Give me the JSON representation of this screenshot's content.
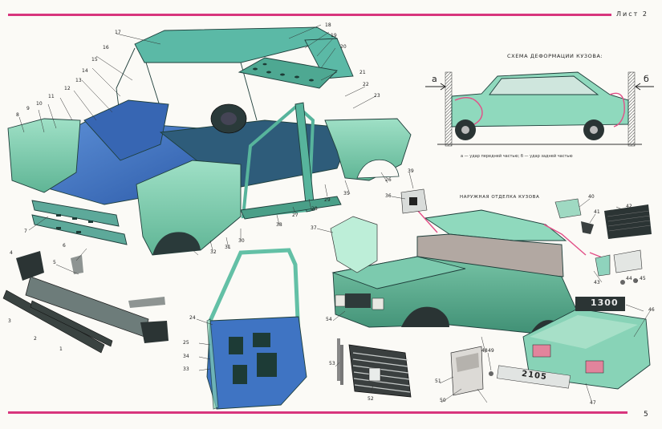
{
  "header": {
    "sheet": "Лист 2"
  },
  "footer": {
    "page_number": "5"
  },
  "deformation": {
    "title": "Схема деформации кузова:",
    "label_a": "а",
    "label_b": "б",
    "caption": "а — удар передней частью; б — удар задней частью"
  },
  "exterior": {
    "title": "Наружная отделка кузова"
  },
  "badges": {
    "rear_model": "1300",
    "rear_emblem": "2105"
  },
  "colors": {
    "body_green": "#7fcfb2",
    "floor_blue": "#3f74c3",
    "roof_teal": "#5bb9a6",
    "accent_pink": "#e24f87",
    "dark_trim": "#2b3434"
  },
  "callouts": [
    "1",
    "2",
    "3",
    "4",
    "5",
    "6",
    "7",
    "8",
    "9",
    "10",
    "11",
    "12",
    "13",
    "14",
    "15",
    "16",
    "17",
    "18",
    "19",
    "20",
    "21",
    "22",
    "23",
    "24",
    "25",
    "26",
    "27",
    "28",
    "29",
    "30",
    "31",
    "32",
    "33",
    "34",
    "35",
    "36",
    "37",
    "38",
    "39",
    "40",
    "41",
    "42",
    "43",
    "44",
    "45",
    "46",
    "47",
    "48",
    "49",
    "50",
    "51",
    "52",
    "53",
    "54"
  ]
}
